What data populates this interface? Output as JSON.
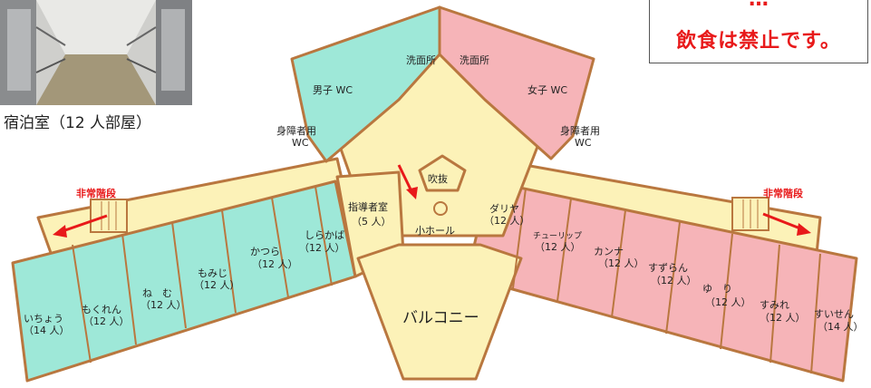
{
  "photo_caption": "宿泊室（12 人部屋）",
  "notice": {
    "line1": "…",
    "line2": "飲食は禁止です。"
  },
  "colors": {
    "boys": "#9ee8d8",
    "girls": "#f6b4b8",
    "common": "#fcf2b8",
    "wall": "#b9773f",
    "accent": "#e8191a"
  },
  "labels": {
    "wash_left": "洗面所",
    "wash_right": "洗面所",
    "boys_wc": "男子 WC",
    "girls_wc": "女子 WC",
    "acc_wc_left_1": "身障者用",
    "acc_wc_left_2": "WC",
    "acc_wc_right_1": "身障者用",
    "acc_wc_right_2": "WC",
    "exit_left": "非常階段",
    "exit_right": "非常階段",
    "atrium": "吹抜",
    "small_hall": "小ホール",
    "balcony": "バルコニー",
    "leader_room_1": "指導者室",
    "leader_room_2": "（5 人）"
  },
  "rooms_left": [
    {
      "name": "しらかば",
      "cap": "（12 人）"
    },
    {
      "name": "かつら",
      "cap": "（12 人）"
    },
    {
      "name": "もみじ",
      "cap": "（12 人）"
    },
    {
      "name": "ね　む",
      "cap": "（12 人）"
    },
    {
      "name": "もくれん",
      "cap": "（12 人）"
    },
    {
      "name": "いちょう",
      "cap": "（14 人）"
    }
  ],
  "rooms_right": [
    {
      "name": "ダリヤ",
      "cap": "（12 人）"
    },
    {
      "name": "チューリップ",
      "cap": "（12 人）"
    },
    {
      "name": "カンナ",
      "cap": "（12 人）"
    },
    {
      "name": "すずらん",
      "cap": "（12 人）"
    },
    {
      "name": "ゆ　り",
      "cap": "（12 人）"
    },
    {
      "name": "すみれ",
      "cap": "（12 人）"
    },
    {
      "name": "すいせん",
      "cap": "（14 人）"
    }
  ]
}
